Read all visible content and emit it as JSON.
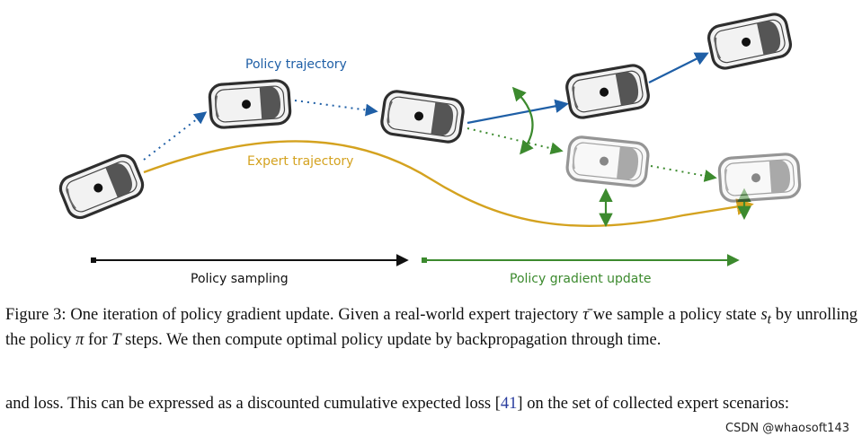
{
  "diagram": {
    "policy_trajectory_label": "Policy trajectory",
    "expert_trajectory_label": "Expert trajectory",
    "policy_sampling_label": "Policy sampling",
    "policy_gradient_update_label": "Policy gradient update",
    "colors": {
      "policy": "#1f5fa6",
      "expert": "#d4a21f",
      "gradient": "#3c8a2e",
      "sampling": "#111111",
      "car_body": "#f2f2f2",
      "car_outline": "#2e2e2e"
    }
  },
  "caption": {
    "part1": "Figure 3: One iteration of policy gradient update. Given a real-world expert trajectory ",
    "tau_bar": "τ̄",
    "part2": " we sample a policy state ",
    "s": "s",
    "t": "t",
    "part3": " by unrolling the policy ",
    "pi": "π",
    "part4": " for ",
    "T": "T",
    "part5": " steps. We then compute optimal policy update by backpropagation through time."
  },
  "body_text": {
    "part1": "and loss. This can be expressed as a discounted cumulative expected loss [",
    "citation": "41",
    "part2": "] on the set of collected expert scenarios:"
  },
  "watermark": "CSDN @whaosoft143"
}
